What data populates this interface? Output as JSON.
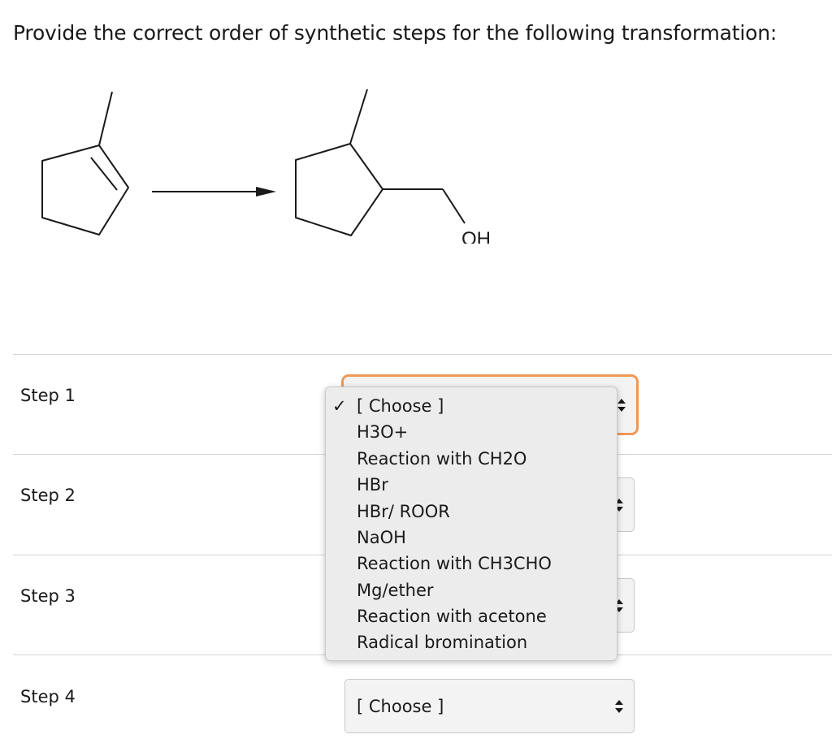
{
  "question": "Provide the correct order of synthetic steps for the following transformation:",
  "scheme": {
    "product_group_label": "OH"
  },
  "steps": [
    {
      "label": "Step 1",
      "value": ""
    },
    {
      "label": "Step 2",
      "value": ""
    },
    {
      "label": "Step 3",
      "value": ""
    },
    {
      "label": "Step 4",
      "value": "[ Choose ]"
    }
  ],
  "dropdown": {
    "checkmark": "✓",
    "options": [
      "[ Choose ]",
      "H3O+",
      "Reaction with CH2O",
      "HBr",
      "HBr/ ROOR",
      "NaOH",
      "Reaction with CH3CHO",
      "Mg/ether",
      "Reaction with acetone",
      "Radical bromination"
    ]
  },
  "colors": {
    "focus_ring": "#ef9855",
    "select_bg": "#f3f3f3",
    "menu_bg": "#ececec"
  }
}
